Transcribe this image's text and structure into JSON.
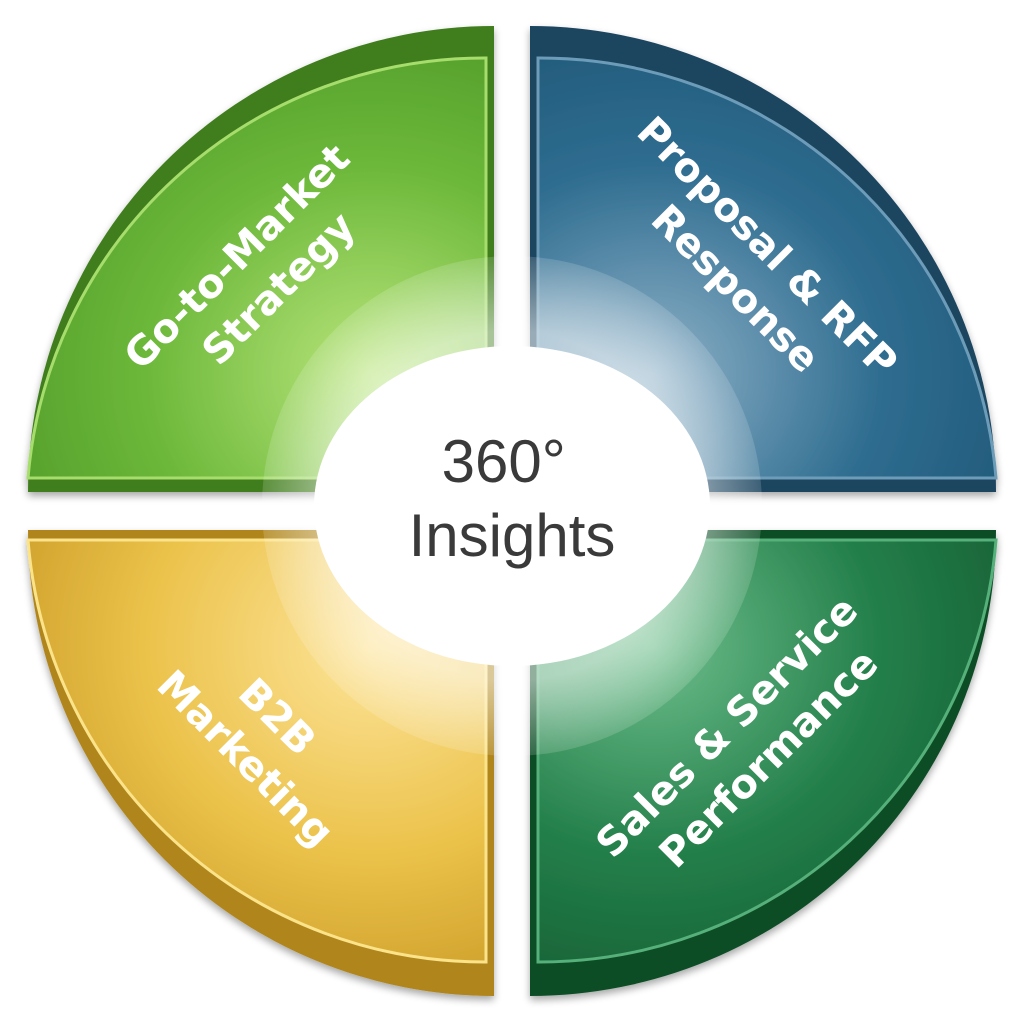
{
  "center": {
    "line1": "360°",
    "line2": "Insights"
  },
  "segments": [
    {
      "id": "top-left",
      "line1": "Go-to-Market",
      "line2": "Strategy",
      "color": "#6cb83a",
      "color_dark": "#3f7d1f",
      "color_light": "#a6dd6c"
    },
    {
      "id": "top-right",
      "line1": "Proposal & RFP",
      "line2": "Response",
      "color": "#2c6b8e",
      "color_dark": "#1b4560",
      "color_light": "#6d9cb8"
    },
    {
      "id": "bottom-right",
      "line1": "Sales & Service",
      "line2": "Performance",
      "color": "#1f7a45",
      "color_dark": "#0f4d28",
      "color_light": "#56b07a"
    },
    {
      "id": "bottom-left",
      "line1": "B2B",
      "line2": "Marketing",
      "color": "#e7bb3c",
      "color_dark": "#b0861b",
      "color_light": "#fbe38a"
    }
  ]
}
